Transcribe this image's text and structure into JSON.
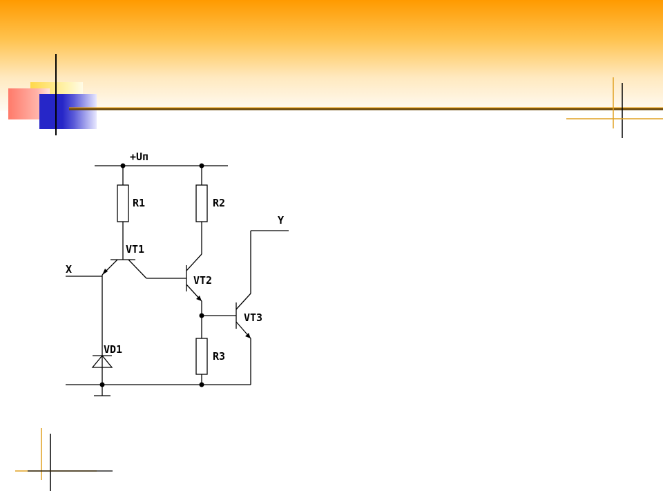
{
  "circuit": {
    "supply": "+Uп",
    "input": "X",
    "output": "Y",
    "resistors": [
      "R1",
      "R2",
      "R3"
    ],
    "transistors": [
      "VT1",
      "VT2",
      "VT3"
    ],
    "diode": "VD1"
  },
  "colors": {
    "header_top": "#ff9a00",
    "accent_line": "#f0a000",
    "square_blue": "#2626c8",
    "square_yellow": "#ffd84a",
    "square_red": "#ff7a6a"
  }
}
